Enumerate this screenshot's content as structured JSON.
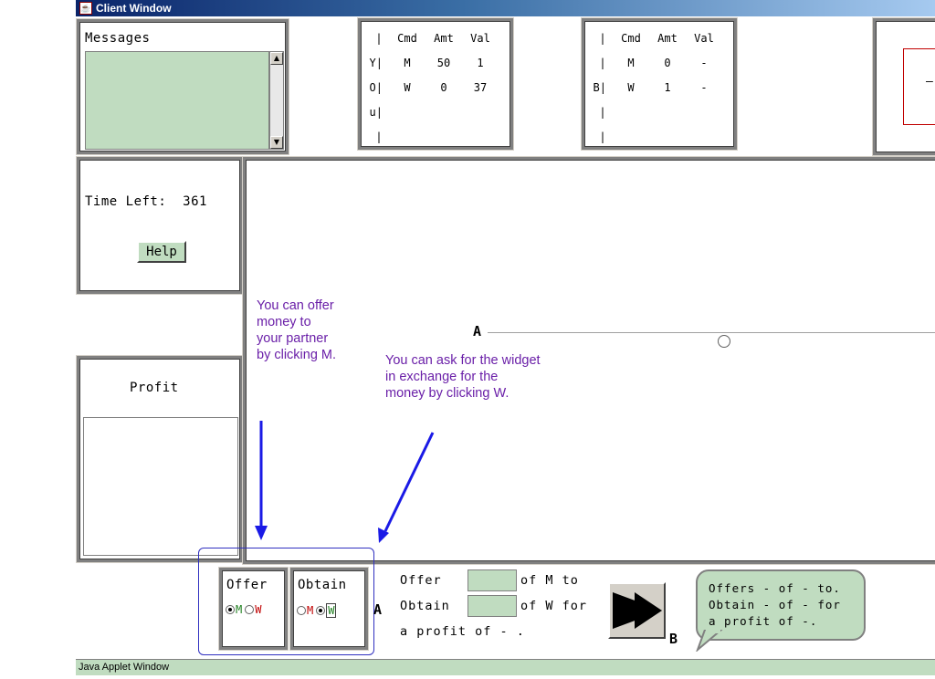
{
  "window": {
    "title": "Client Window",
    "icon": "java-applet-icon"
  },
  "messages": {
    "title": "Messages",
    "content": ""
  },
  "you_table": {
    "header": [
      "|",
      "Cmd",
      "Amt",
      "Val"
    ],
    "rows": [
      [
        "Y|",
        "M",
        "50",
        "1"
      ],
      [
        "O|",
        "W",
        "0",
        "37"
      ],
      [
        "u|",
        "",
        "",
        ""
      ],
      [
        "|",
        "",
        "",
        ""
      ]
    ]
  },
  "buddy_table": {
    "header": [
      "|",
      "Cmd",
      "Amt",
      "Val"
    ],
    "rows": [
      [
        "|",
        "M",
        "0",
        "-"
      ],
      [
        "B|",
        "W",
        "1",
        "-"
      ],
      [
        "|",
        "",
        "",
        ""
      ],
      [
        "|",
        "",
        "",
        ""
      ]
    ]
  },
  "partial_panel": {
    "text": "—"
  },
  "time": {
    "label": "Time Left:",
    "value": "361"
  },
  "help_button": {
    "label": "Help"
  },
  "profit": {
    "label": "Profit"
  },
  "main": {
    "axis_label": "A",
    "annotation_offer": "You can offer money to your partner by clicking M.",
    "annotation_obtain": "You can ask for the widget in exchange for the money by clicking W."
  },
  "offer_box": {
    "title": "Offer",
    "m_label": "M",
    "w_label": "W",
    "selected": "M"
  },
  "obtain_box": {
    "title": "Obtain",
    "m_label": "M",
    "w_label": "W",
    "selected": "W"
  },
  "markers": {
    "a": "A",
    "b": "B"
  },
  "form": {
    "offer_label": "Offer",
    "offer_suffix": "of M to",
    "obtain_label": "Obtain",
    "obtain_suffix": "of W for",
    "profit_line": "a profit of  - ."
  },
  "summary": {
    "line1": "Offers - of - to.",
    "line2": "Obtain - of - for",
    "line3": "a profit of -."
  },
  "status_bar": {
    "text": "Java Applet Window"
  },
  "colors": {
    "panel_green": "#c0dcc0",
    "annotation": "#6a1fa8",
    "arrow": "#1a1ae6",
    "m_green": "#208020",
    "w_red": "#c00000"
  }
}
